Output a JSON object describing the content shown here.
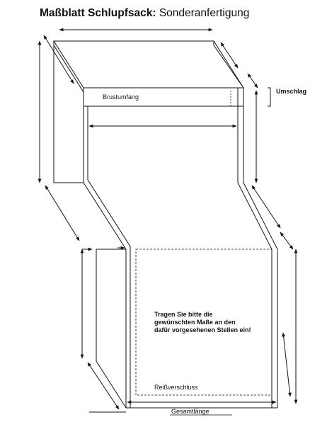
{
  "title": {
    "bold": "Maßblatt Schlupfsack:",
    "normal": "Sonderanfertigung"
  },
  "labels": {
    "brustumfang": "Brustumfang",
    "umschlag": "Umschlag",
    "instruction_1": "Tragen Sie bitte die",
    "instruction_2": "gewünschten Maße an den",
    "instruction_3": "dafür vorgesehenen Stellen ein!",
    "reissverschluss": "Reißverschluss",
    "gesamtlaenge": "Gesamtlänge"
  }
}
